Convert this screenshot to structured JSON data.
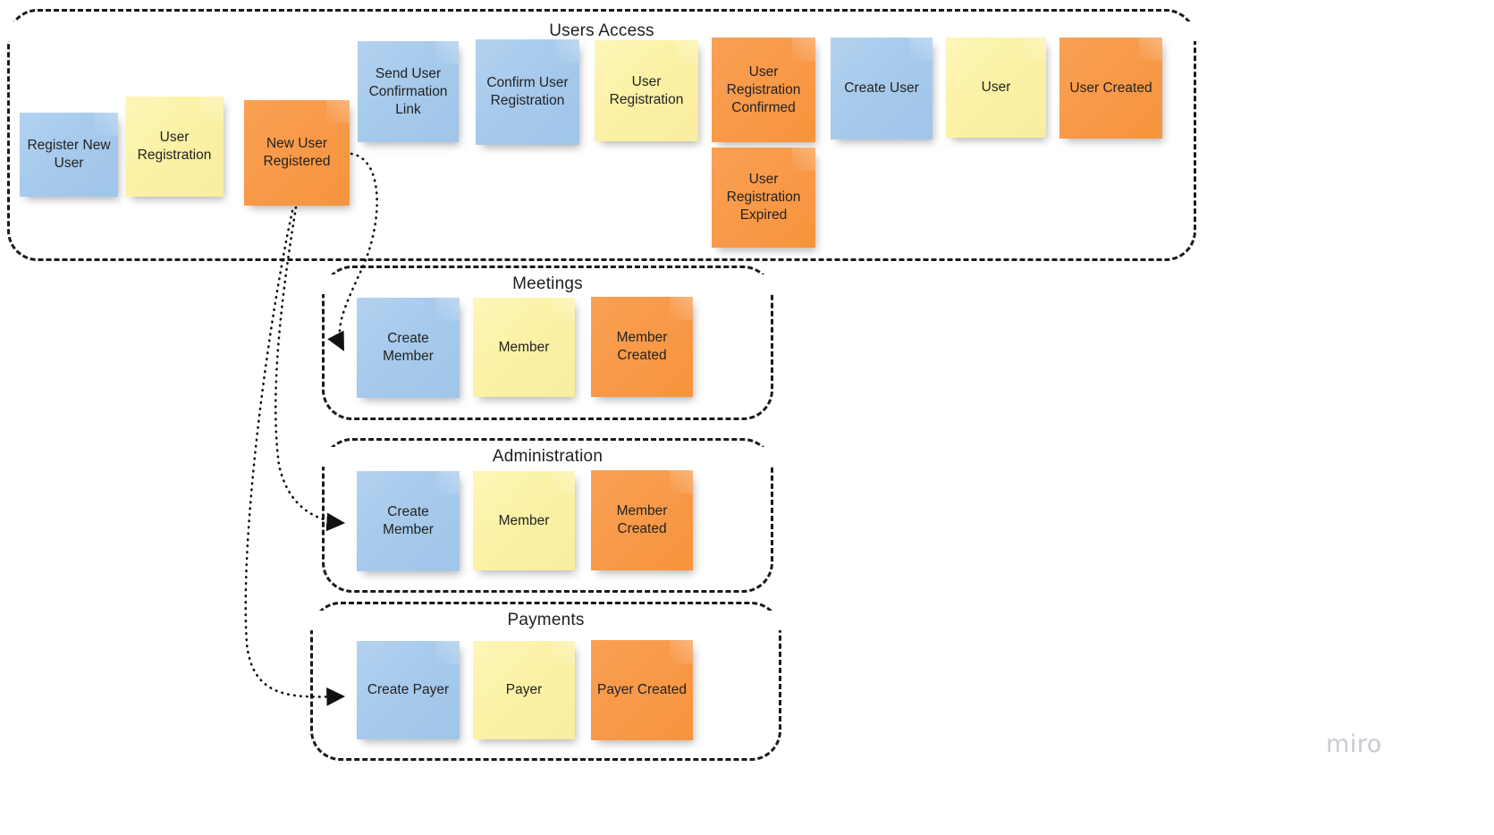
{
  "board": {
    "background_color": "#ffffff",
    "watermark": "miro",
    "note_colors": {
      "command": "#9fc5e8",
      "aggregate": "#f9eda0",
      "event": "#f7943c"
    },
    "container_border_color": "#1a1a1a"
  },
  "groups": [
    {
      "id": "users-access",
      "title": "Users Access",
      "notes": [
        {
          "label": "Register New User",
          "kind": "command"
        },
        {
          "label": "User Registration",
          "kind": "aggregate"
        },
        {
          "label": "New User Registered",
          "kind": "event"
        },
        {
          "label": "Send User Confirmation Link",
          "kind": "command"
        },
        {
          "label": "Confirm User Registration",
          "kind": "command"
        },
        {
          "label": "User Registration",
          "kind": "aggregate"
        },
        {
          "label": "User Registration Confirmed",
          "kind": "event"
        },
        {
          "label": "User Registration Expired",
          "kind": "event"
        },
        {
          "label": "Create User",
          "kind": "command"
        },
        {
          "label": "User",
          "kind": "aggregate"
        },
        {
          "label": "User Created",
          "kind": "event"
        }
      ]
    },
    {
      "id": "meetings",
      "title": "Meetings",
      "notes": [
        {
          "label": "Create Member",
          "kind": "command"
        },
        {
          "label": "Member",
          "kind": "aggregate"
        },
        {
          "label": "Member Created",
          "kind": "event"
        }
      ]
    },
    {
      "id": "administration",
      "title": "Administration",
      "notes": [
        {
          "label": "Create Member",
          "kind": "command"
        },
        {
          "label": "Member",
          "kind": "aggregate"
        },
        {
          "label": "Member Created",
          "kind": "event"
        }
      ]
    },
    {
      "id": "payments",
      "title": "Payments",
      "notes": [
        {
          "label": "Create Payer",
          "kind": "command"
        },
        {
          "label": "Payer",
          "kind": "aggregate"
        },
        {
          "label": "Payer Created",
          "kind": "event"
        }
      ]
    }
  ],
  "connectors": [
    {
      "from": "New User Registered",
      "to": "Create Member (Meetings)"
    },
    {
      "from": "New User Registered",
      "to": "Create Member (Administration)"
    },
    {
      "from": "New User Registered",
      "to": "Create Payer (Payments)"
    }
  ]
}
